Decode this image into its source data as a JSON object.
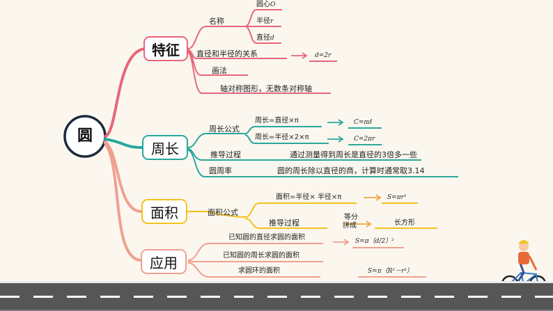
{
  "root": {
    "label": "圆"
  },
  "branches": {
    "features": {
      "label": "特征",
      "color": "#e8657a",
      "name_group": "名称",
      "center": "圆心",
      "center_sym": "O",
      "radius": "半径",
      "radius_sym": "r",
      "diameter": "直径",
      "diameter_sym": "d",
      "relation": "直径和半径的关系",
      "relation_formula": "d=2r",
      "drawing": "画法",
      "symmetry": "轴对称图形，无数条对称轴"
    },
    "perimeter": {
      "label": "周长",
      "color": "#2aa79b",
      "formula_group": "周长公式",
      "formula_d": "周长=直径×π",
      "formula_d_result": "C=πd",
      "formula_r": "周长=半径×2×π",
      "formula_r_result": "C=2πr",
      "derivation": "推导过程",
      "derivation_text": "通过测量得到周长是直径的3倍多一些",
      "pi": "圆周率",
      "pi_text": "圆的周长除以直径的商，计算时通常取3.14"
    },
    "area": {
      "label": "面积",
      "color": "#f3c21e",
      "formula_group": "面积公式",
      "formula": "面积=半径× 半径×π",
      "formula_result": "S=πr²",
      "derivation": "推导过程",
      "split": "等分",
      "combine": "拼成",
      "rectangle": "长方形"
    },
    "application": {
      "label": "应用",
      "color": "#f0a090",
      "from_diameter": "已知圆的直径求圆的面积",
      "from_diameter_formula": "S=π（d/2）²",
      "from_perimeter": "已知圆的周长求圆的面积",
      "ring": "求圆环的面积",
      "ring_formula": "S=π（R²－r²）"
    }
  },
  "colors": {
    "pink": "#e8657a",
    "teal": "#2aa79b",
    "yellow": "#f3c21e",
    "salmon": "#f0a090",
    "orange": "#f0b060",
    "road": "#565656"
  }
}
